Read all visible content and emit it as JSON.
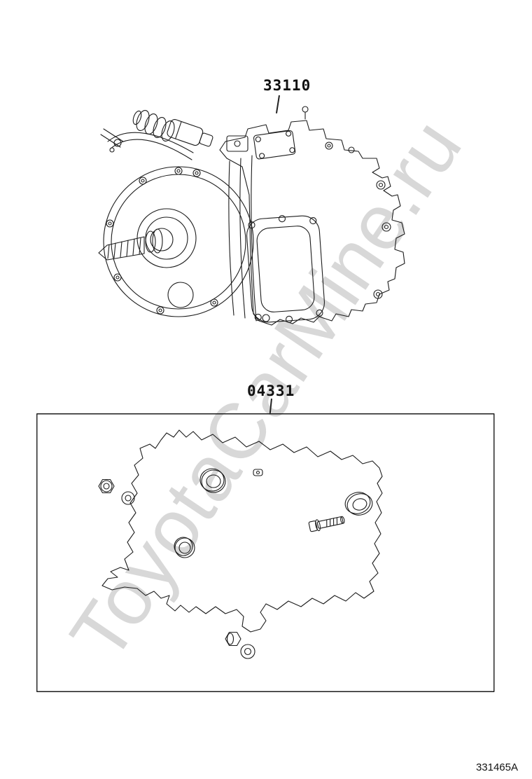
{
  "watermark": {
    "text": "ToyotaCarMine.ru",
    "color": "#d8d8d8"
  },
  "parts": [
    {
      "label": "33110",
      "drawing": "transmission-assembly"
    },
    {
      "label": "04331",
      "drawing": "transaxle-gasket-kit"
    }
  ],
  "figure_code": "331465A",
  "colors": {
    "line": "#1c1c1c",
    "background": "#ffffff",
    "watermark": "#d8d8d8"
  }
}
